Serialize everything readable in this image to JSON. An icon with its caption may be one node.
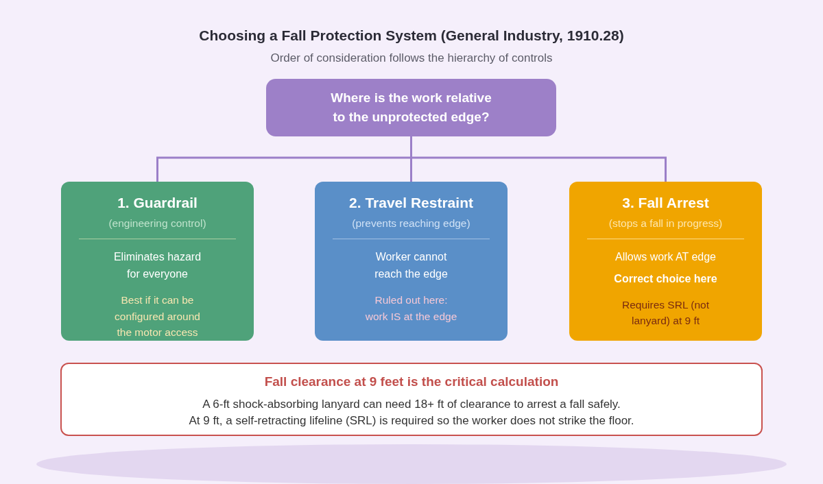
{
  "diagram": {
    "title": "Choosing a Fall Protection System (General Industry, 1910.28)",
    "nodes": [
      {
        "text": [
          "Where is the work relative to the unprotected edge?"
        ]
      },
      {
        "text": [
          "1. Guardrail",
          "(engineering control)",
          "Eliminates hazard for everyone",
          "Best if it can be configured around the motor access"
        ]
      },
      {
        "text": [
          "2. Travel Restraint",
          "(prevents reaching edge)",
          "Worker cannot reach the edge",
          "Ruled out here: work IS at the edge"
        ]
      },
      {
        "text": [
          "3. Fall Arrest",
          "(stops a fall in progress)",
          "Allows work AT edge",
          "Correct choice here",
          "Requires SRL (not lanyard) at 9 ft"
        ]
      },
      {
        "text": [
          "Fall clearance at 9 feet is the critical calculation",
          "A 6-ft shock-absorbing lanyard can need 18+ ft of clearance to arrest a fall safely.",
          "At 9 ft, a self-retracting lifeline (SRL) is required so the worker does not strike the floor."
        ]
      }
    ],
    "edges": [
      {
        "from": 0,
        "to": 1,
        "arrow": "none"
      },
      {
        "from": 0,
        "to": 2,
        "arrow": "none"
      },
      {
        "from": 0,
        "to": 3,
        "arrow": "none"
      }
    ],
    "labels": [
      "Order of consideration follows the hierarchy of controls"
    ]
  }
}
